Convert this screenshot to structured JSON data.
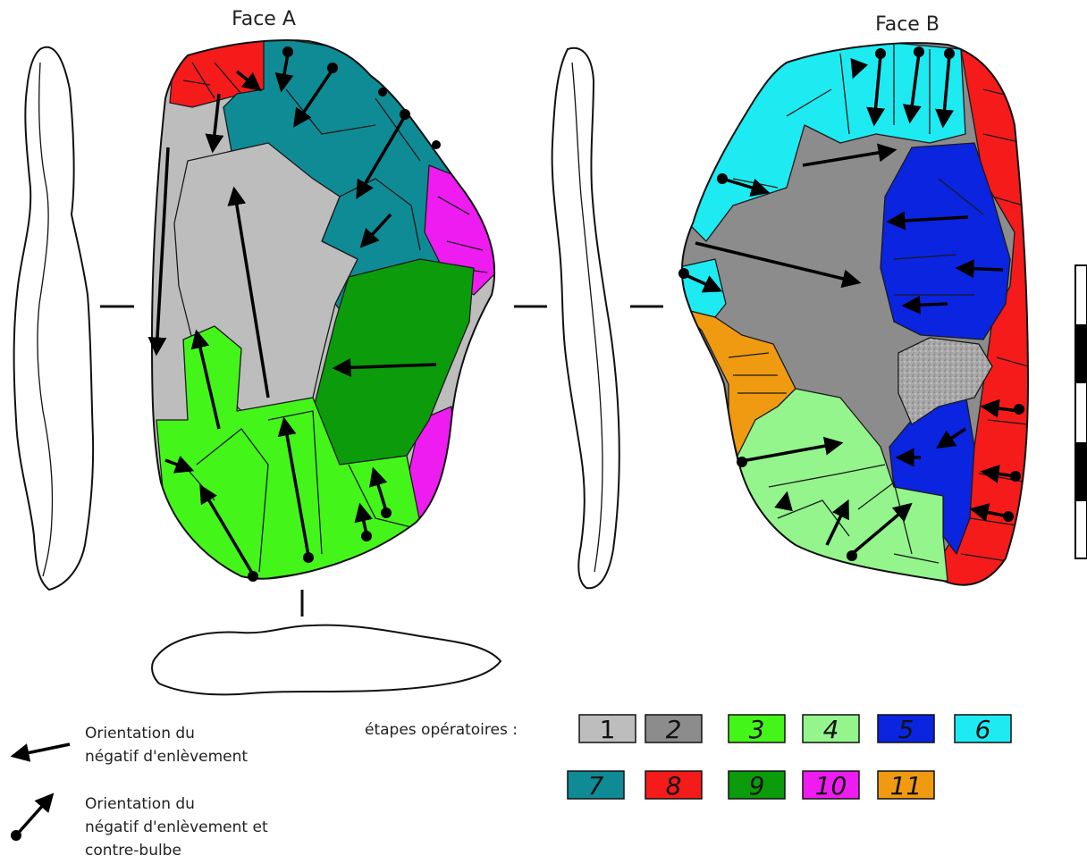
{
  "faces": {
    "a": "Face A",
    "b": "Face B"
  },
  "legend": {
    "arrow_label_1": "Orientation du",
    "arrow_label_2": "négatif d'enlèvement",
    "bulb_label_1": "Orientation du",
    "bulb_label_2": "négatif d'enlèvement et",
    "bulb_label_3": "contre-bulbe",
    "stages_title": "étapes opératoires :"
  },
  "stages": [
    {
      "num": "1",
      "color": "#bdbdbd",
      "italic": false
    },
    {
      "num": "2",
      "color": "#8c8c8c",
      "italic": true
    },
    {
      "num": "3",
      "color": "#44f51a",
      "italic": true
    },
    {
      "num": "4",
      "color": "#93f58c",
      "italic": true
    },
    {
      "num": "5",
      "color": "#0a24e0",
      "italic": true
    },
    {
      "num": "6",
      "color": "#1eeaf2",
      "italic": true
    },
    {
      "num": "7",
      "color": "#0f8b95",
      "italic": true
    },
    {
      "num": "8",
      "color": "#f51b1b",
      "italic": true
    },
    {
      "num": "9",
      "color": "#0b9b0b",
      "italic": true
    },
    {
      "num": "10",
      "color": "#ee1cf0",
      "italic": true
    },
    {
      "num": "11",
      "color": "#f09a12",
      "italic": true
    }
  ]
}
